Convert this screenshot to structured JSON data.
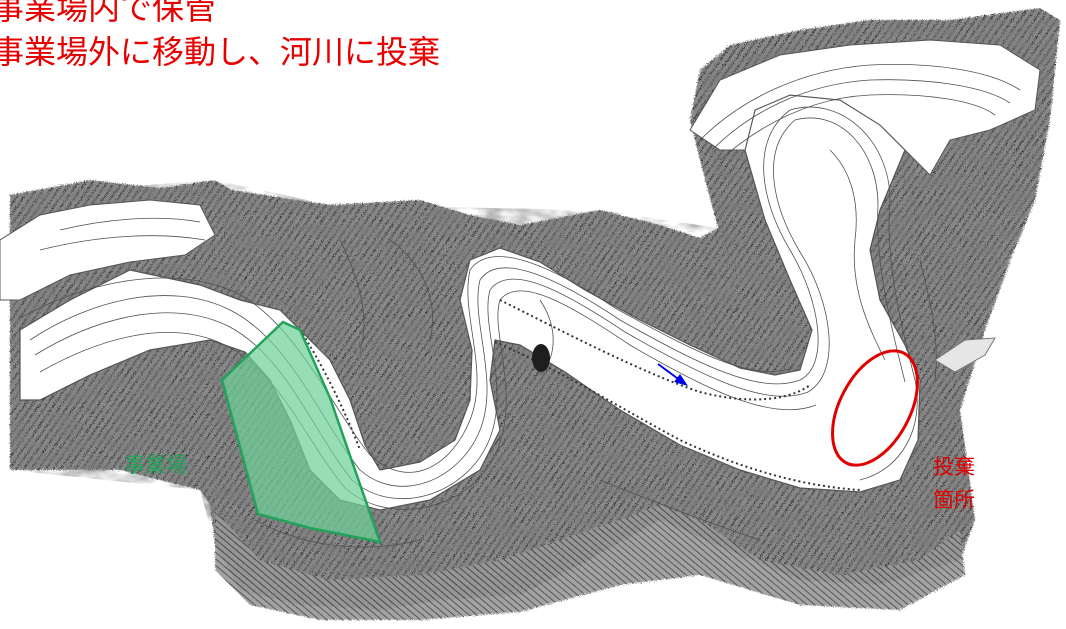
{
  "headline": {
    "line1": "事業場内で保管",
    "line2": "事業場外に移動し、河川に投棄"
  },
  "labels": {
    "site": "事業場",
    "dump_line1": "投棄",
    "dump_line2": "箇所"
  },
  "colors": {
    "headline": "#e60000",
    "site": "#21a35a",
    "site_fill": "#6fd19a",
    "dump": "#e00000",
    "flow_arrow": "#0000ee",
    "terrain_dark": "#3a3a3a",
    "terrain_mid": "#7a7a7a",
    "contour": "#505050",
    "valley": "#ffffff"
  },
  "map": {
    "type": "topographic contour map",
    "flow_direction_arrow": "blue-arrow"
  }
}
